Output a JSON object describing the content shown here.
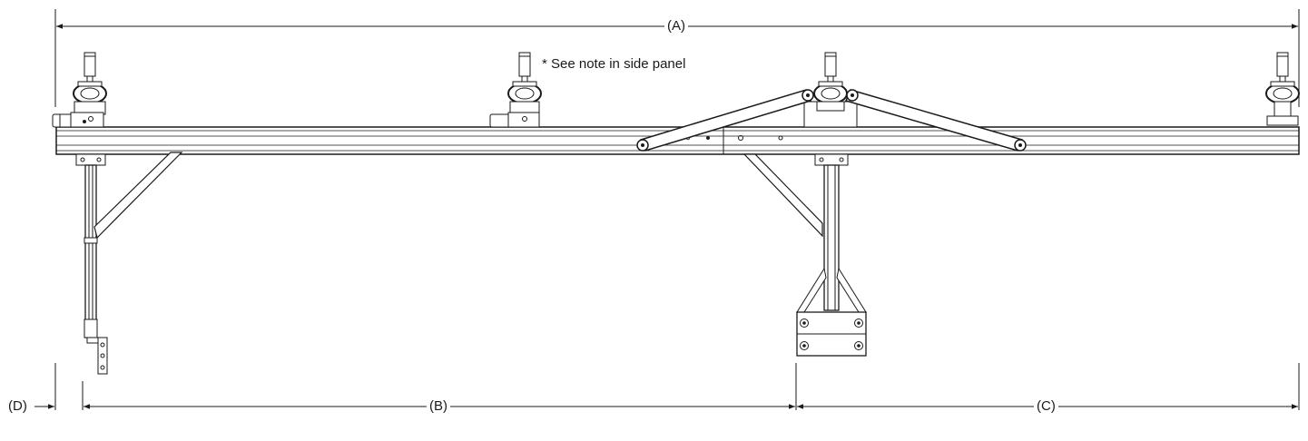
{
  "diagram": {
    "note": "* See note in side panel",
    "dimensions": {
      "a": "(A)",
      "b": "(B)",
      "c": "(C)",
      "d": "(D)"
    }
  }
}
